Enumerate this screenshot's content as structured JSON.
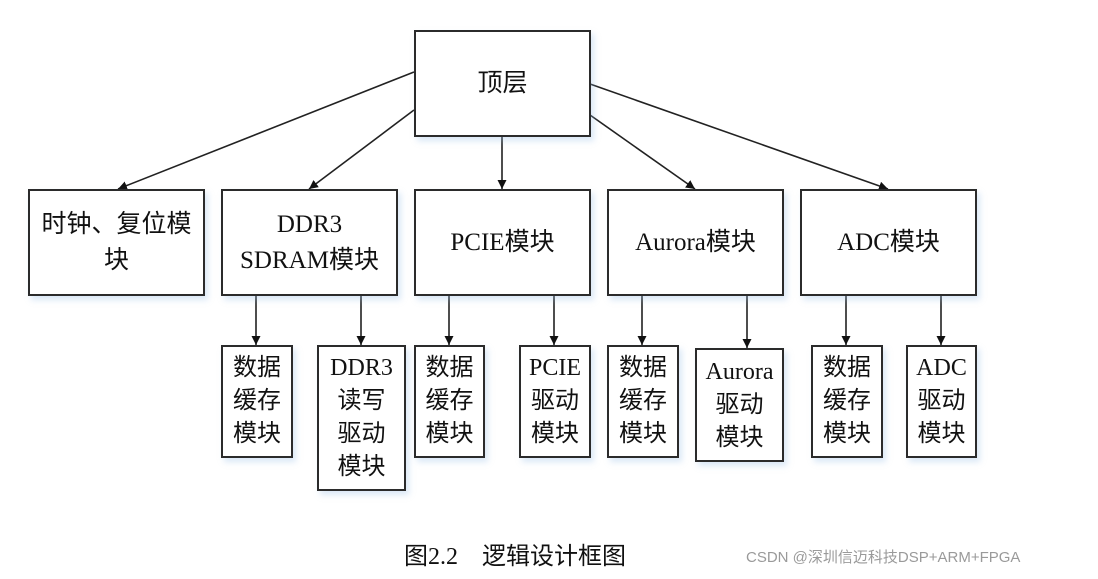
{
  "diagram": {
    "top": {
      "label": "顶层"
    },
    "modules": [
      {
        "lines": [
          "时钟、复位模",
          "块"
        ]
      },
      {
        "lines": [
          "DDR3",
          "SDRAM模块"
        ]
      },
      {
        "lines": [
          "PCIE模块"
        ]
      },
      {
        "lines": [
          "Aurora模块"
        ]
      },
      {
        "lines": [
          "ADC模块"
        ]
      }
    ],
    "submodules": [
      {
        "parent": 1,
        "lines": [
          "数据",
          "缓存",
          "模块"
        ]
      },
      {
        "parent": 1,
        "lines": [
          "DDR3",
          "读写",
          "驱动",
          "模块"
        ]
      },
      {
        "parent": 2,
        "lines": [
          "数据",
          "缓存",
          "模块"
        ]
      },
      {
        "parent": 2,
        "lines": [
          "PCIE",
          "驱动",
          "模块"
        ]
      },
      {
        "parent": 3,
        "lines": [
          "数据",
          "缓存",
          "模块"
        ]
      },
      {
        "parent": 3,
        "lines": [
          "Aurora",
          "驱动",
          "模块"
        ]
      },
      {
        "parent": 4,
        "lines": [
          "数据",
          "缓存",
          "模块"
        ]
      },
      {
        "parent": 4,
        "lines": [
          "ADC",
          "驱动",
          "模块"
        ]
      }
    ]
  },
  "caption": "图2.2    逻辑设计框图",
  "watermark": "CSDN @深圳信迈科技DSP+ARM+FPGA"
}
